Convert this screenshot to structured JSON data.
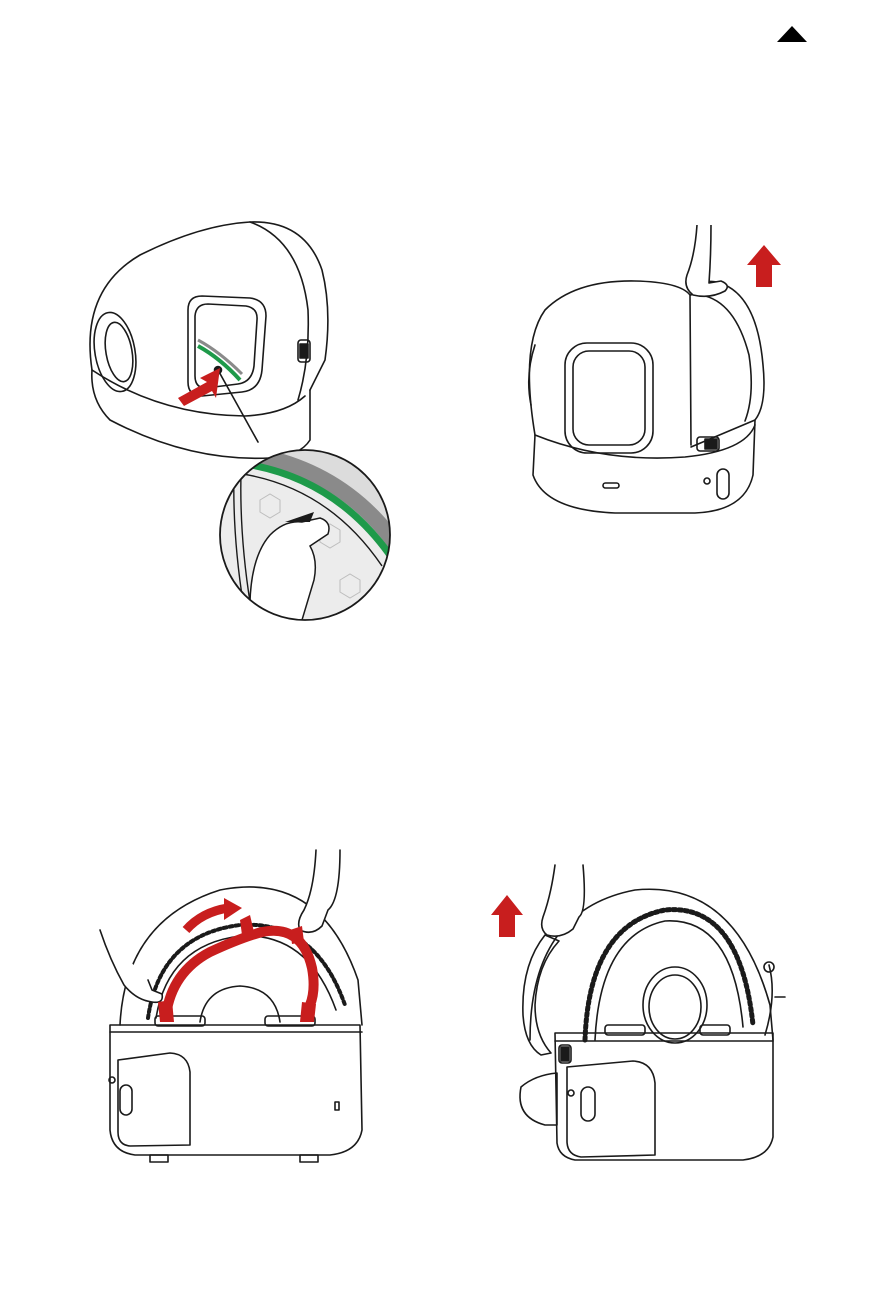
{
  "colors": {
    "line": "#1a1a1a",
    "arrow_red": "#c81e1e",
    "seal_green": "#1e9a4a",
    "seal_gray": "#8a8a8a",
    "liner_gray": "#dcdcdc",
    "background": "#ffffff"
  },
  "icons": {
    "top_marker": "triangle-up-icon",
    "pull_arrow": "arrow-down-left-icon",
    "lift_arrow": "arrow-up-icon",
    "rotate_arrow": "arrow-curved-right-icon"
  },
  "steps": [
    {
      "id": "peel-seal-strip",
      "arrow": "arrow-down-left-icon",
      "has_zoom_inset": true
    },
    {
      "id": "lift-top-cover",
      "arrow": "arrow-up-icon",
      "has_zoom_inset": false
    },
    {
      "id": "rotate-locking-ring",
      "arrow": "arrow-curved-right-icon",
      "has_zoom_inset": false
    },
    {
      "id": "lift-drum-out",
      "arrow": "arrow-up-icon",
      "has_zoom_inset": false
    }
  ]
}
